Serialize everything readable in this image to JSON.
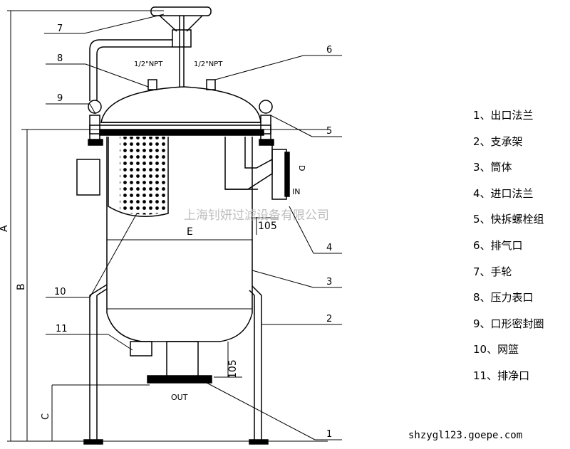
{
  "dimension_labels": {
    "a": "A",
    "b": "B",
    "c": "C",
    "e": "E",
    "d": "D",
    "dim_top": "105",
    "dim_bottom": "105"
  },
  "port_labels": {
    "gauge_thread": "1/2\"NPT",
    "vent_thread": "1/2\"NPT",
    "inlet": "IN",
    "outlet": "OUT"
  },
  "callouts": [
    "1",
    "2",
    "3",
    "4",
    "5",
    "6",
    "7",
    "8",
    "9",
    "10",
    "11"
  ],
  "watermark": "上海钊妍过滤设备有限公司",
  "legend": [
    "1、出口法兰",
    "2、支承架",
    "3、筒体",
    "4、进口法兰",
    "5、快拆螺栓组",
    "6、排气口",
    "7、手轮",
    "8、压力表口",
    "9、口形密封圈",
    "10、网篮",
    "11、排净口"
  ],
  "footer": "shzygl123.goepe.com"
}
